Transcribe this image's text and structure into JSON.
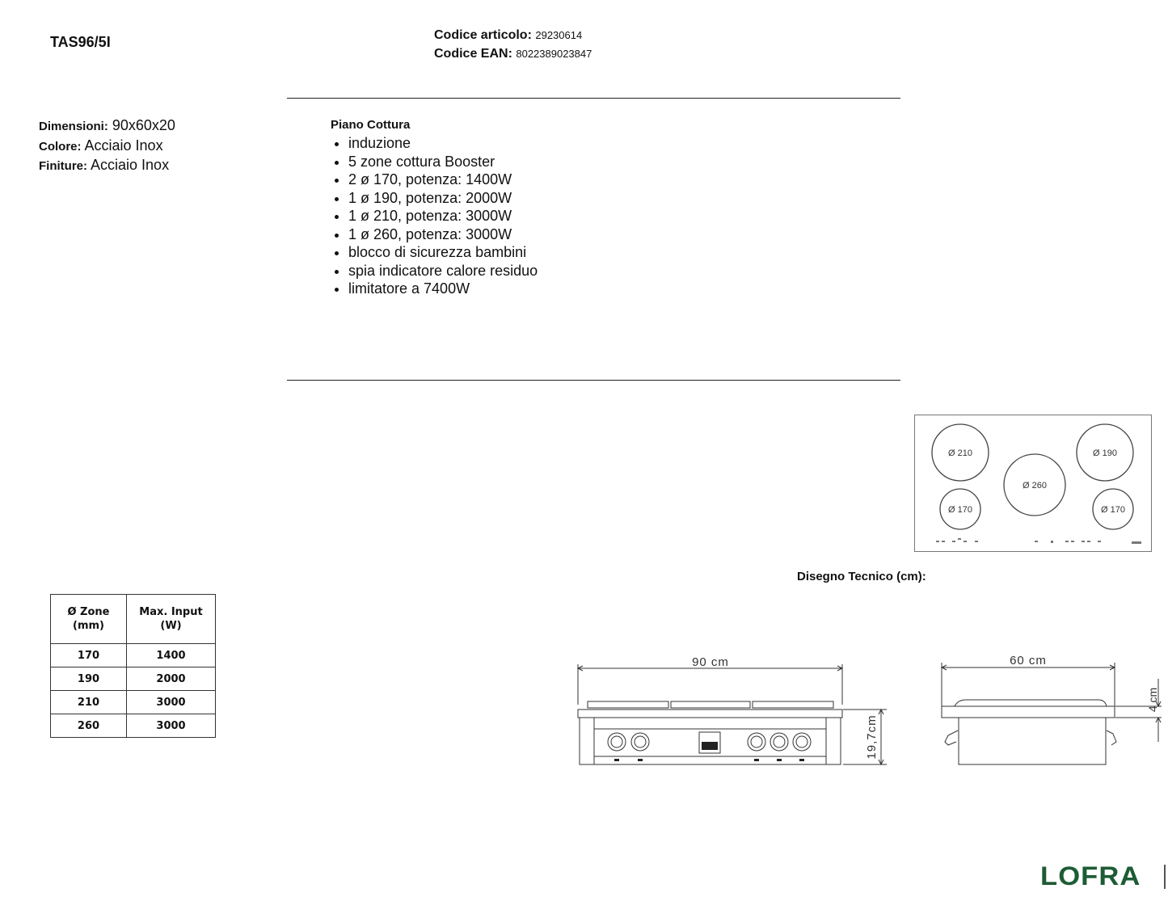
{
  "header": {
    "model": "TAS96/5I",
    "article_label": "Codice articolo:",
    "article_value": "29230614",
    "ean_label": "Codice EAN:",
    "ean_value": "8022389023847"
  },
  "specs": [
    {
      "label": "Dimensioni:",
      "value": "90x60x20"
    },
    {
      "label": "Colore:",
      "value": "Acciaio Inox"
    },
    {
      "label": "Finiture:",
      "value": "Acciaio Inox"
    }
  ],
  "features": {
    "title": "Piano Cottura",
    "items": [
      "induzione",
      "5 zone cottura Booster",
      "2 ø 170, potenza: 1400W",
      "1 ø 190, potenza: 2000W",
      "1 ø 210, potenza: 3000W",
      "1 ø 260, potenza: 3000W",
      "blocco di sicurezza bambini",
      "spia indicatore calore residuo",
      "limitatore a 7400W"
    ]
  },
  "zones_table": {
    "header_1a": "Ø Zone",
    "header_1b": "(mm)",
    "header_2a": "Max. Input",
    "header_2b": "(W)",
    "rows": [
      [
        "170",
        "1400"
      ],
      [
        "190",
        "2000"
      ],
      [
        "210",
        "3000"
      ],
      [
        "260",
        "3000"
      ]
    ]
  },
  "drawing": {
    "title": "Disegno Tecnico (cm):",
    "zone_labels": [
      "Ø 210",
      "Ø 260",
      "Ø 190",
      "Ø 170",
      "Ø 170"
    ],
    "width_label": "90  cm",
    "height_label": "19,7cm",
    "depth_label": "60  cm",
    "thickness_label": "4 cm"
  },
  "brand": {
    "logo_text": "LOFRA",
    "color": "#1d5c35"
  }
}
